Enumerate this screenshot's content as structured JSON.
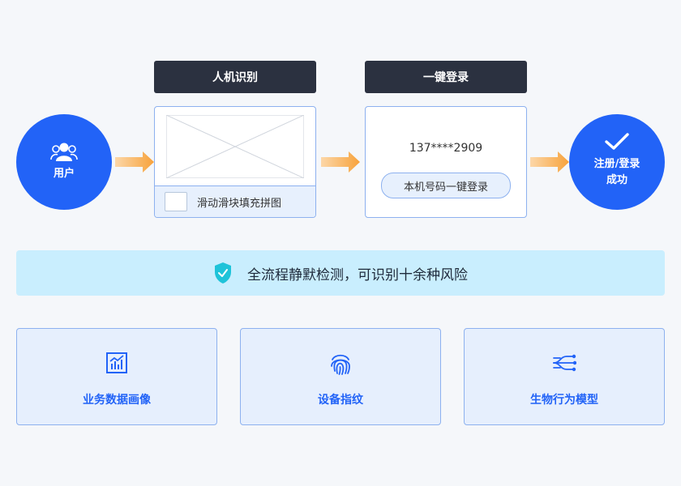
{
  "flow": {
    "user_label": "用户",
    "captcha": {
      "header": "人机识别",
      "slider_text": "滑动滑块填充拼图"
    },
    "onekey": {
      "header": "一键登录",
      "phone": "137****2909",
      "button": "本机号码一键登录"
    },
    "success_label_1": "注册/登录",
    "success_label_2": "成功"
  },
  "banner": {
    "text": "全流程静默检测，可识别十余种风险"
  },
  "features": [
    {
      "label": "业务数据画像",
      "icon": "chart-icon"
    },
    {
      "label": "设备指纹",
      "icon": "fingerprint-icon"
    },
    {
      "label": "生物行为模型",
      "icon": "flow-model-icon"
    }
  ],
  "colors": {
    "primary": "#2263f7",
    "dark_header": "#2b3140",
    "card_border": "#8db1ef",
    "light_blue": "#e7f0fd",
    "banner_bg": "#c9eefe",
    "shield": "#1ec3d9",
    "arrow": "#f7a23b"
  }
}
